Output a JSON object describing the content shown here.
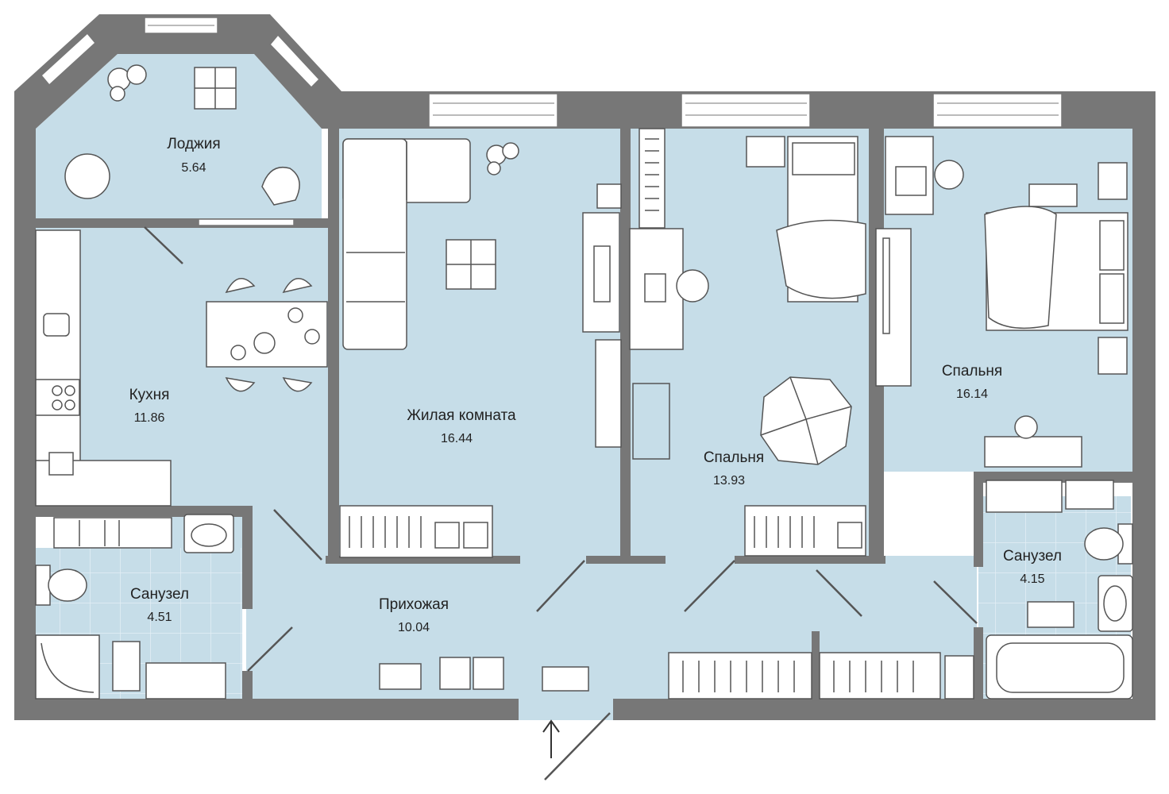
{
  "colors": {
    "wall": "#777777",
    "floor": "#c6dde8",
    "line": "#555555",
    "furniture": "#ffffff",
    "window": "#ffffff",
    "text": "#222222"
  },
  "rooms": {
    "loggia": {
      "name": "Лоджия",
      "area": "5.64"
    },
    "kitchen": {
      "name": "Кухня",
      "area": "11.86"
    },
    "living": {
      "name": "Жилая комната",
      "area": "16.44"
    },
    "bedroom1": {
      "name": "Спальня",
      "area": "13.93"
    },
    "bedroom2": {
      "name": "Спальня",
      "area": "16.14"
    },
    "bath1": {
      "name": "Санузел",
      "area": "4.51"
    },
    "bath2": {
      "name": "Санузел",
      "area": "4.15"
    },
    "hall": {
      "name": "Прихожая",
      "area": "10.04"
    }
  },
  "icons": [
    "entrance-arrow-icon",
    "plant-icon",
    "toilet-icon",
    "sink-icon",
    "stove-icon",
    "bed-icon",
    "sofa-icon",
    "chair-icon"
  ]
}
